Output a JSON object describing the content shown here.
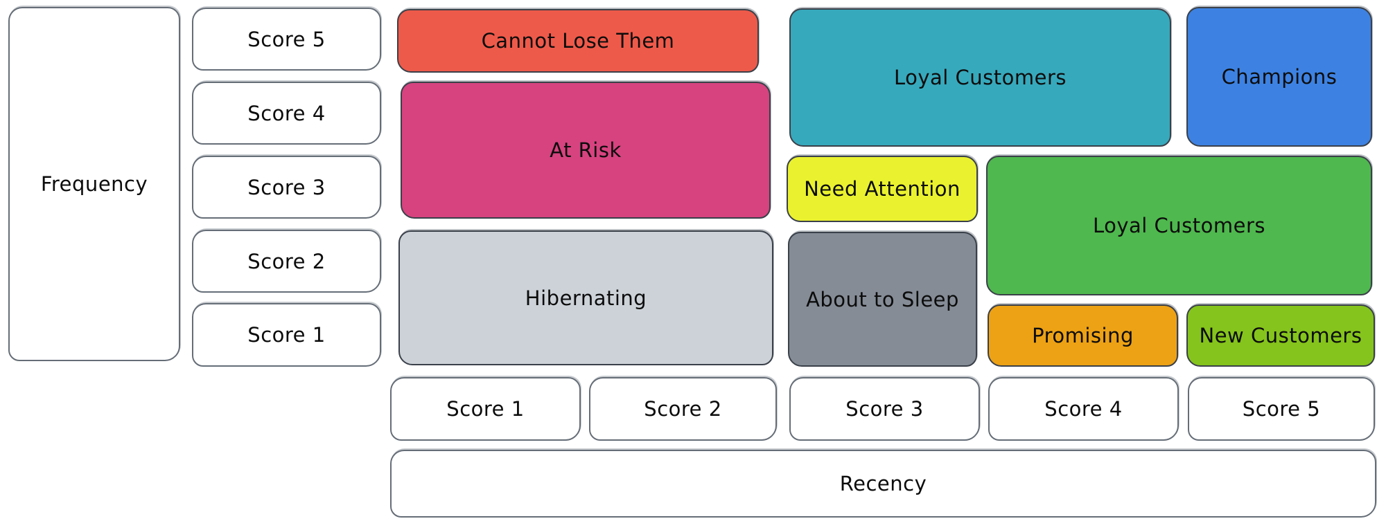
{
  "diagram": {
    "type": "rfm-customer-segmentation-grid",
    "y_axis": {
      "label": "Frequency",
      "scores": [
        "Score 5",
        "Score 4",
        "Score 3",
        "Score 2",
        "Score 1"
      ]
    },
    "x_axis": {
      "label": "Recency",
      "scores": [
        "Score 1",
        "Score 2",
        "Score 3",
        "Score 4",
        "Score 5"
      ]
    },
    "colors": {
      "background": "#ffffff",
      "outline": "#3a4049",
      "white_box_border": "#656d77",
      "text": "#0c0c0c"
    },
    "segments": [
      {
        "label": "Cannot Lose Them",
        "color": "#ee5a4a",
        "recency_scores": "1-2",
        "frequency_scores": "5"
      },
      {
        "label": "At Risk",
        "color": "#d6437f",
        "recency_scores": "1-2",
        "frequency_scores": "3-4"
      },
      {
        "label": "Hibernating",
        "color": "#ccd2d8",
        "recency_scores": "1-2",
        "frequency_scores": "1-2"
      },
      {
        "label": "Loyal Customers",
        "color": "#37a9bc",
        "recency_scores": "3-4",
        "frequency_scores": "4-5"
      },
      {
        "label": "Champions",
        "color": "#3d82e2",
        "recency_scores": "5",
        "frequency_scores": "4-5"
      },
      {
        "label": "Need Attention",
        "color": "#eaf22f",
        "recency_scores": "3",
        "frequency_scores": "3"
      },
      {
        "label": "Loyal Customers",
        "color": "#4fb84e",
        "recency_scores": "4-5",
        "frequency_scores": "2-3"
      },
      {
        "label": "About to Sleep",
        "color": "#858c96",
        "recency_scores": "3",
        "frequency_scores": "1-2"
      },
      {
        "label": "Promising",
        "color": "#eda215",
        "recency_scores": "4",
        "frequency_scores": "1"
      },
      {
        "label": "New Customers",
        "color": "#85c41c",
        "recency_scores": "5",
        "frequency_scores": "1"
      }
    ]
  }
}
